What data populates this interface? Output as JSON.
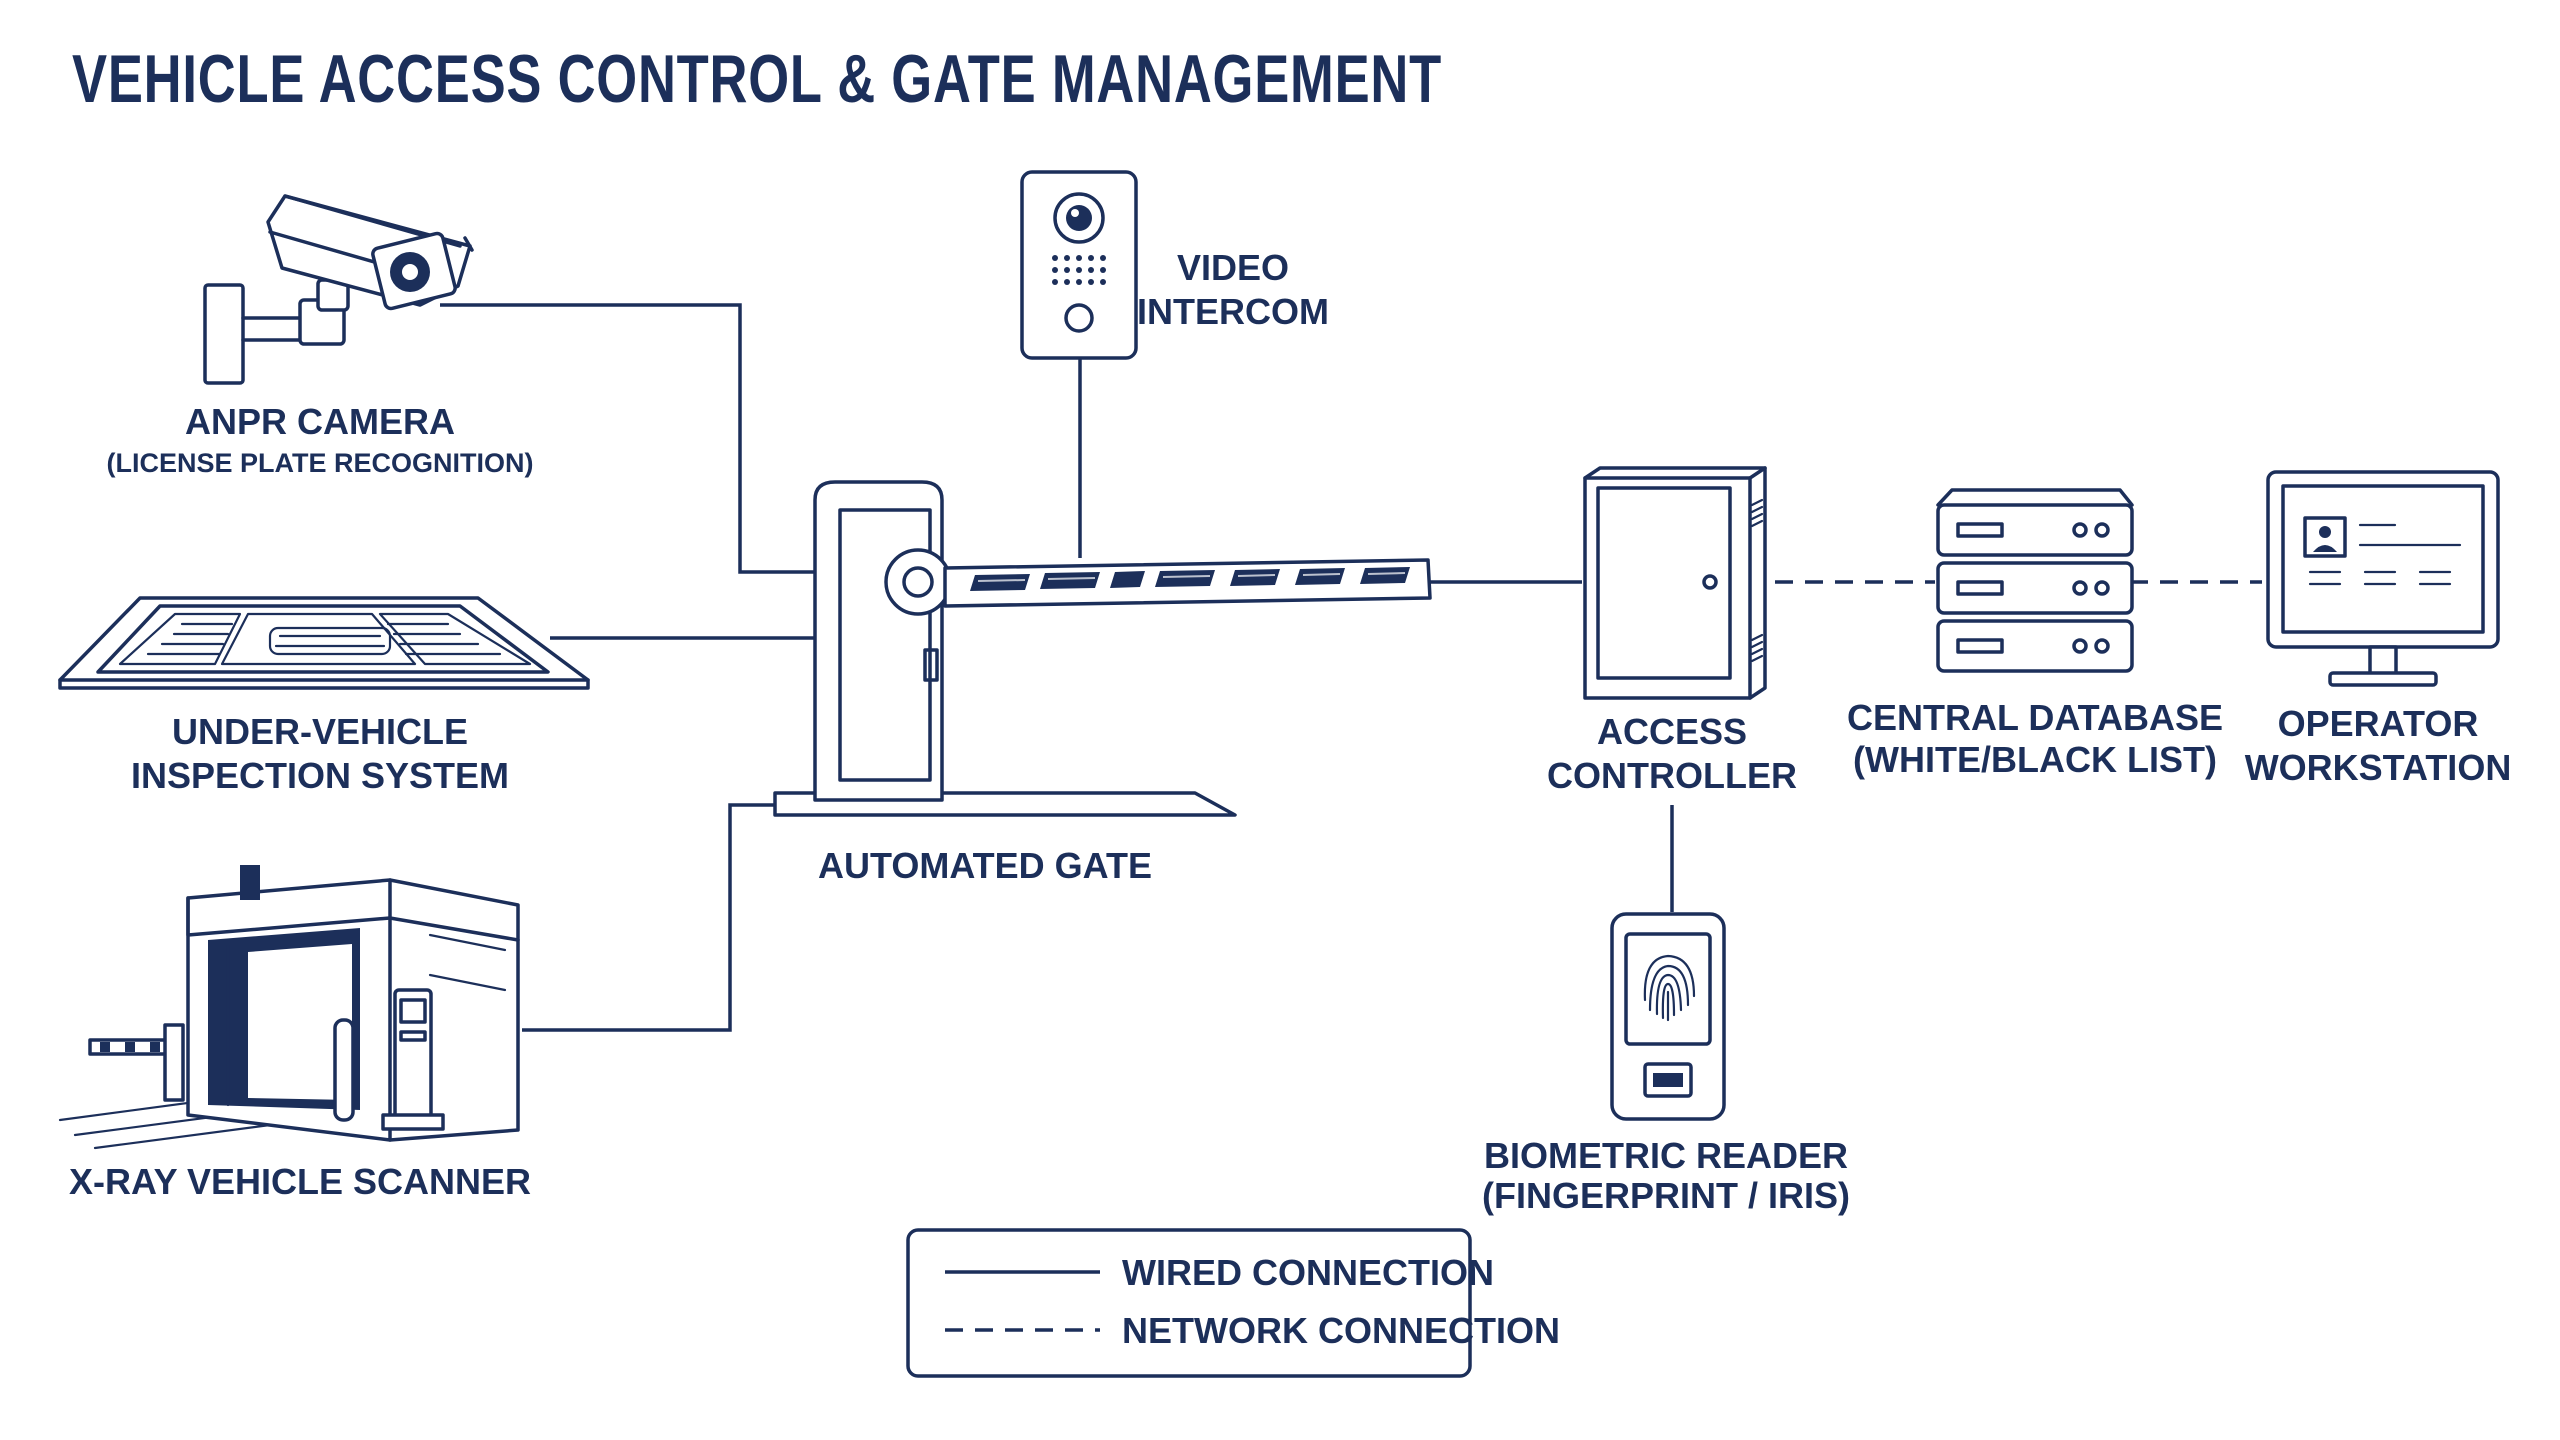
{
  "title": "VEHICLE ACCESS CONTROL & GATE MANAGEMENT",
  "devices": {
    "anpr_camera": {
      "label": "ANPR CAMERA",
      "sublabel": "(LICENSE PLATE RECOGNITION)",
      "icon": "cctv-camera-icon"
    },
    "under_vehicle": {
      "label_line1": "UNDER-VEHICLE",
      "label_line2": "INSPECTION SYSTEM",
      "icon": "inspection-platform-icon"
    },
    "xray_scanner": {
      "label": "X-RAY VEHICLE SCANNER",
      "icon": "xray-portal-icon"
    },
    "video_intercom": {
      "label_line1": "VIDEO",
      "label_line2": "INTERCOM",
      "icon": "intercom-icon"
    },
    "automated_gate": {
      "label": "AUTOMATED GATE",
      "icon": "barrier-gate-icon"
    },
    "access_controller": {
      "label_line1": "ACCESS",
      "label_line2": "CONTROLLER",
      "icon": "controller-cabinet-icon"
    },
    "central_database": {
      "label": "CENTRAL DATABASE",
      "sublabel": "(WHITE/BLACK LIST)",
      "icon": "server-stack-icon"
    },
    "operator_workstation": {
      "label_line1": "OPERATOR",
      "label_line2": "WORKSTATION",
      "icon": "monitor-icon"
    },
    "biometric_reader": {
      "label": "BIOMETRIC READER",
      "sublabel": "(FINGERPRINT / IRIS)",
      "icon": "fingerprint-icon"
    }
  },
  "connections": [
    {
      "from": "ANPR CAMERA",
      "to": "AUTOMATED GATE",
      "type": "wired"
    },
    {
      "from": "UNDER-VEHICLE INSPECTION SYSTEM",
      "to": "AUTOMATED GATE",
      "type": "wired"
    },
    {
      "from": "X-RAY VEHICLE SCANNER",
      "to": "AUTOMATED GATE",
      "type": "wired"
    },
    {
      "from": "VIDEO INTERCOM",
      "to": "AUTOMATED GATE",
      "type": "wired"
    },
    {
      "from": "AUTOMATED GATE",
      "to": "ACCESS CONTROLLER",
      "type": "wired"
    },
    {
      "from": "ACCESS CONTROLLER",
      "to": "BIOMETRIC READER",
      "type": "wired"
    },
    {
      "from": "ACCESS CONTROLLER",
      "to": "CENTRAL DATABASE",
      "type": "network"
    },
    {
      "from": "CENTRAL DATABASE",
      "to": "OPERATOR WORKSTATION",
      "type": "network"
    }
  ],
  "legend": {
    "wired_label": "WIRED CONNECTION",
    "network_label": "NETWORK CONNECTION"
  },
  "colors": {
    "primary": "#1c2f5a",
    "background": "#ffffff"
  }
}
